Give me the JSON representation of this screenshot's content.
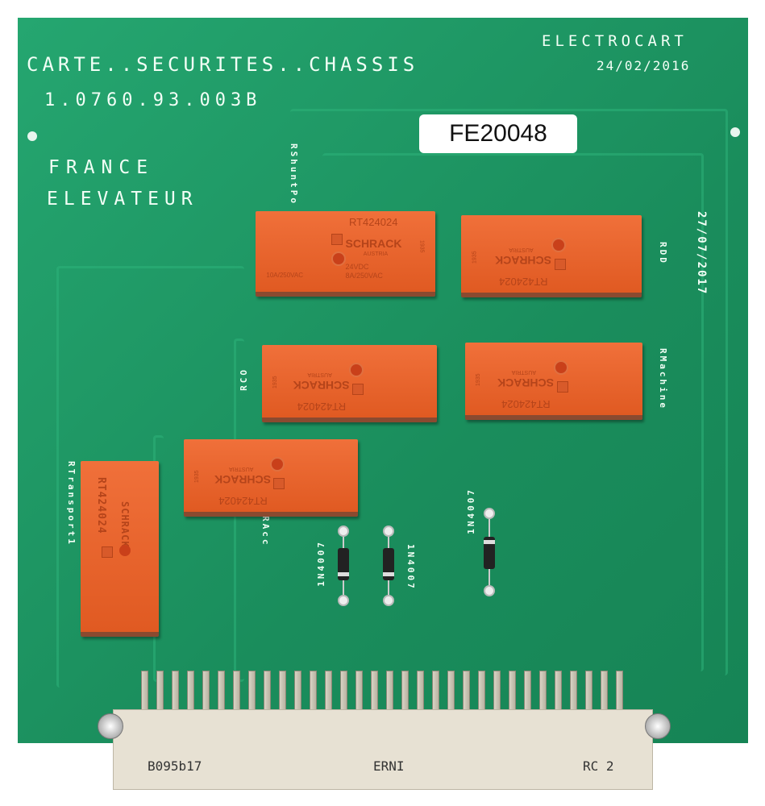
{
  "board": {
    "title": "CARTE..SECURITES..CHASSIS",
    "part_number": "1.0760.93.003B",
    "company_line1": "FRANCE",
    "company_line2": "ELEVATEUR",
    "maker": "ELECTROCART",
    "date1": "24/02/2016",
    "date2": "27/07/2017",
    "sticker": "FE20048"
  },
  "labels": {
    "rshuntpo": "RShuntPo",
    "rdd": "RDD",
    "rmachine": "RMachine",
    "rco": "RCO",
    "racc": "RAcc",
    "rtransport": "RTransport1"
  },
  "relay": {
    "model": "RT424024",
    "brand": "SCHRACK",
    "country": "AUSTRIA",
    "voltage": "24VDC",
    "rating": "8A/250VAC",
    "rating2": "10A/250VAC",
    "date": "1935"
  },
  "diodes": [
    "1N4007",
    "1N4007",
    "1N4007"
  ],
  "connector": {
    "code": "B095b17",
    "brand": "ERNI",
    "model": "RC 2"
  },
  "colors": {
    "board": "#1f9a63",
    "relay": "#e8632c",
    "connector": "#e7e1d3"
  }
}
